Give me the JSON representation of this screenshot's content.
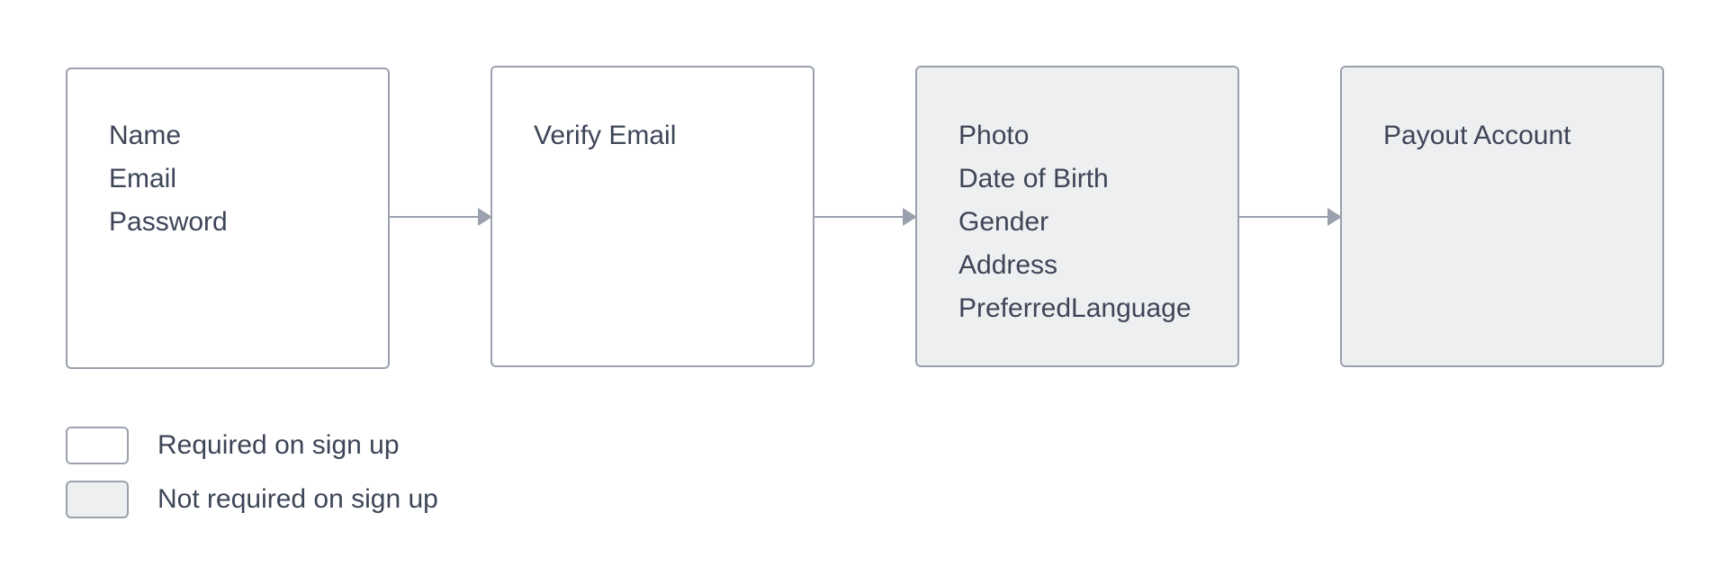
{
  "steps": [
    {
      "required": true,
      "fields": [
        "Name",
        "Email",
        "Password"
      ]
    },
    {
      "required": true,
      "fields": [
        "Verify Email"
      ]
    },
    {
      "required": false,
      "fields": [
        "Photo",
        "Date of Birth",
        "Gender",
        "Address",
        "PreferredLanguage"
      ]
    },
    {
      "required": false,
      "fields": [
        "Payout Account"
      ]
    }
  ],
  "legend": {
    "required_label": "Required on sign up",
    "optional_label": "Not required on sign up"
  },
  "colors": {
    "border": "#9aa1ad",
    "required_fill": "#ffffff",
    "optional_fill": "#eeeff1",
    "text": "#3d4557"
  }
}
